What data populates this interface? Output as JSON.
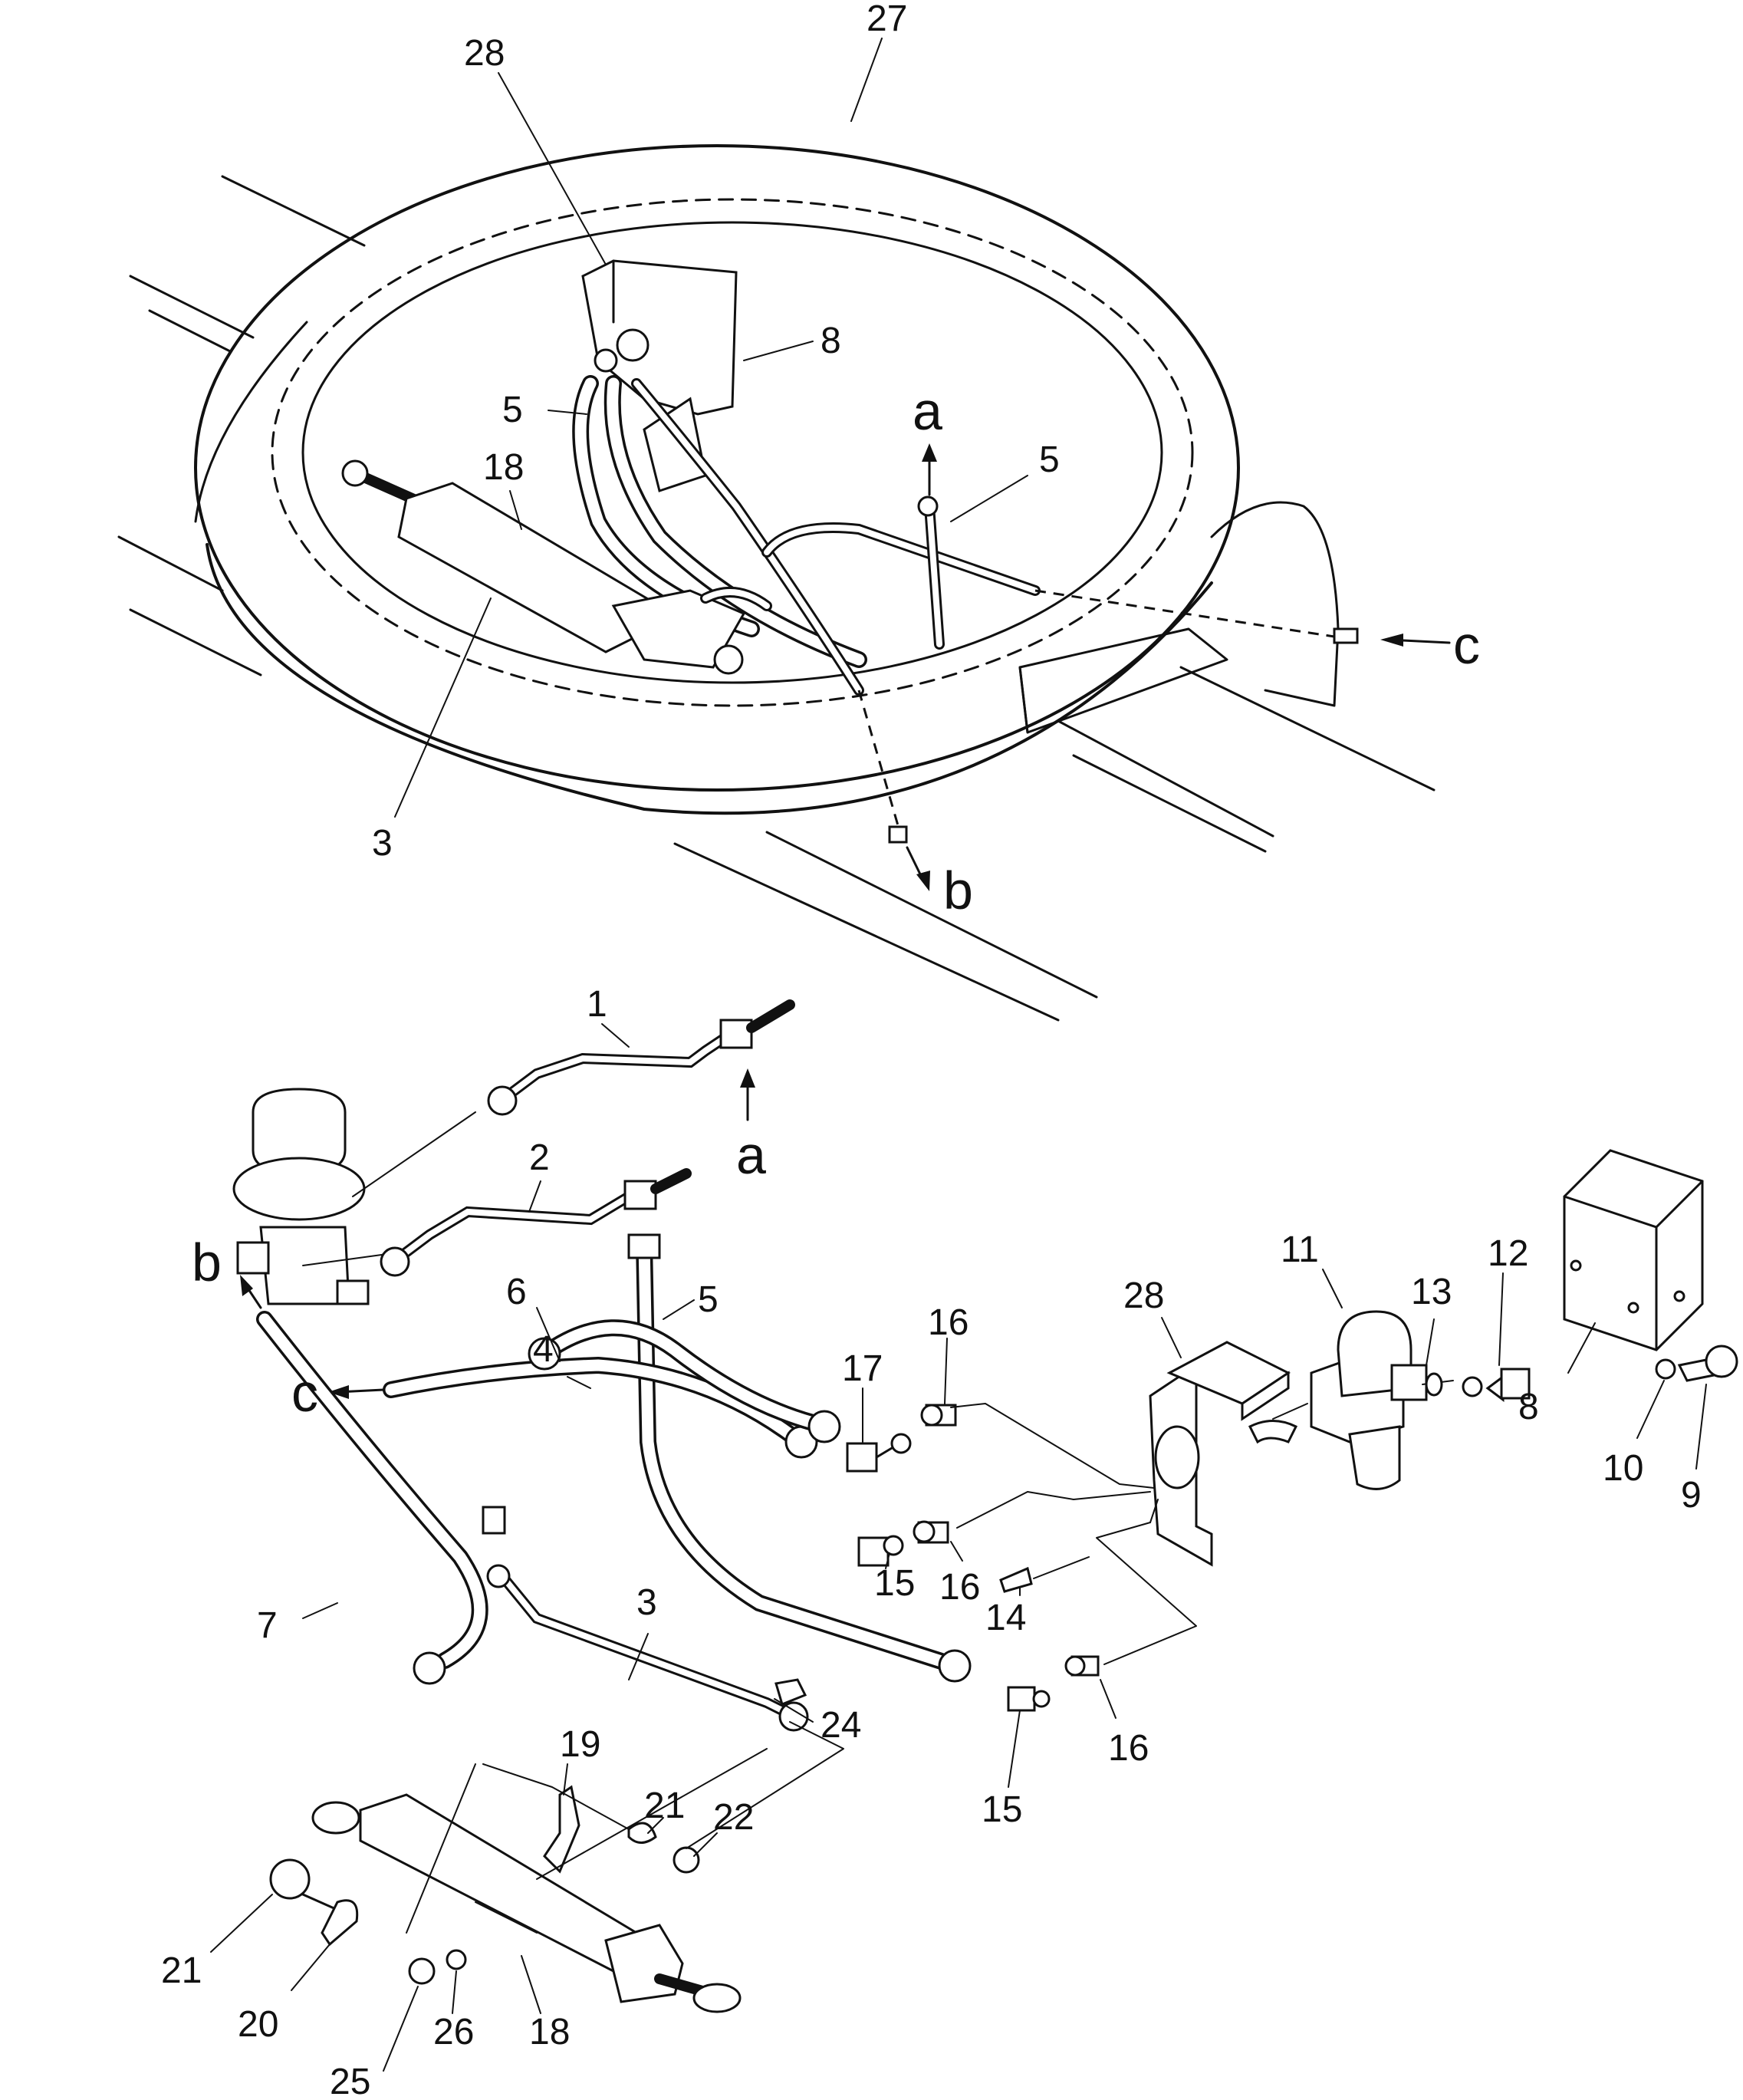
{
  "diagram": {
    "callouts": [
      {
        "id": "c27",
        "text": "27"
      },
      {
        "id": "c28-top",
        "text": "28"
      },
      {
        "id": "c8-top",
        "text": "8"
      },
      {
        "id": "c5-top-left",
        "text": "5"
      },
      {
        "id": "c5-top-right",
        "text": "5"
      },
      {
        "id": "c18-top",
        "text": "18"
      },
      {
        "id": "c3-top",
        "text": "3"
      },
      {
        "id": "c1",
        "text": "1"
      },
      {
        "id": "c2",
        "text": "2"
      },
      {
        "id": "c6",
        "text": "6"
      },
      {
        "id": "c4",
        "text": "4"
      },
      {
        "id": "c5-bottom",
        "text": "5"
      },
      {
        "id": "c7",
        "text": "7"
      },
      {
        "id": "c3-bottom",
        "text": "3"
      },
      {
        "id": "c17",
        "text": "17"
      },
      {
        "id": "c16-a",
        "text": "16"
      },
      {
        "id": "c16-b",
        "text": "16"
      },
      {
        "id": "c16-c",
        "text": "16"
      },
      {
        "id": "c15-a",
        "text": "15"
      },
      {
        "id": "c15-b",
        "text": "15"
      },
      {
        "id": "c14",
        "text": "14"
      },
      {
        "id": "c28-bottom",
        "text": "28"
      },
      {
        "id": "c11",
        "text": "11"
      },
      {
        "id": "c13",
        "text": "13"
      },
      {
        "id": "c12",
        "text": "12"
      },
      {
        "id": "c8-bottom",
        "text": "8"
      },
      {
        "id": "c10",
        "text": "10"
      },
      {
        "id": "c9",
        "text": "9"
      },
      {
        "id": "c19",
        "text": "19"
      },
      {
        "id": "c24",
        "text": "24"
      },
      {
        "id": "c21-a",
        "text": "21"
      },
      {
        "id": "c22",
        "text": "22"
      },
      {
        "id": "c21-b",
        "text": "21"
      },
      {
        "id": "c20",
        "text": "20"
      },
      {
        "id": "c25",
        "text": "25"
      },
      {
        "id": "c26",
        "text": "26"
      },
      {
        "id": "c18-bottom",
        "text": "18"
      }
    ],
    "connection_letters": [
      {
        "id": "a-top",
        "text": "a"
      },
      {
        "id": "b-top",
        "text": "b"
      },
      {
        "id": "c-top",
        "text": "c"
      },
      {
        "id": "a-bottom",
        "text": "a"
      },
      {
        "id": "b-bottom",
        "text": "b"
      },
      {
        "id": "c-bottom",
        "text": "c"
      }
    ]
  }
}
